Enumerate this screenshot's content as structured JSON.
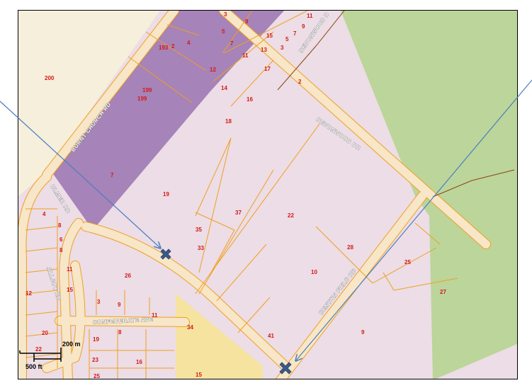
{
  "colors": {
    "residential_pink": "#ecdde6",
    "purple_zone": "#a683b8",
    "park_green": "#bcd59a",
    "cream_area": "#f6efdc",
    "yellow_zone": "#f6e39f",
    "road_fill": "#f7e6c8",
    "parcel_line": "#f0a020",
    "label_red": "#d61818",
    "arrow_blue": "#4a7fc0",
    "marker": "#3a5a8c"
  },
  "roads": {
    "burnt_church": "BURNT CHURCH RD",
    "devonwood_top": "DEVONWOOD D",
    "devonwood": "DEVONWOOD DR",
    "ulmer": "ULMER RD",
    "alljoy": "ALLJOY RD",
    "confederate": "CONFEDERATE AVE",
    "benton_field": "BENTON FIELD RD"
  },
  "parcels": [
    "3",
    "9",
    "11",
    "9",
    "5",
    "15",
    "7",
    "5",
    "13",
    "3",
    "7",
    "11",
    "17",
    "2",
    "193",
    "2",
    "4",
    "12",
    "199",
    "199",
    "14",
    "16",
    "18",
    "200",
    "7",
    "19",
    "37",
    "22",
    "35",
    "33",
    "4",
    "8",
    "6",
    "28",
    "8",
    "25",
    "11",
    "26",
    "10",
    "15",
    "27",
    "3",
    "9",
    "11",
    "9",
    "41",
    "34",
    "12",
    "20",
    "8",
    "19",
    "22",
    "23",
    "16",
    "25",
    "15"
  ],
  "scale": {
    "metric": "200 m",
    "imperial": "500 ft"
  },
  "markers": [
    {
      "name": "marker-1"
    },
    {
      "name": "marker-2"
    }
  ]
}
